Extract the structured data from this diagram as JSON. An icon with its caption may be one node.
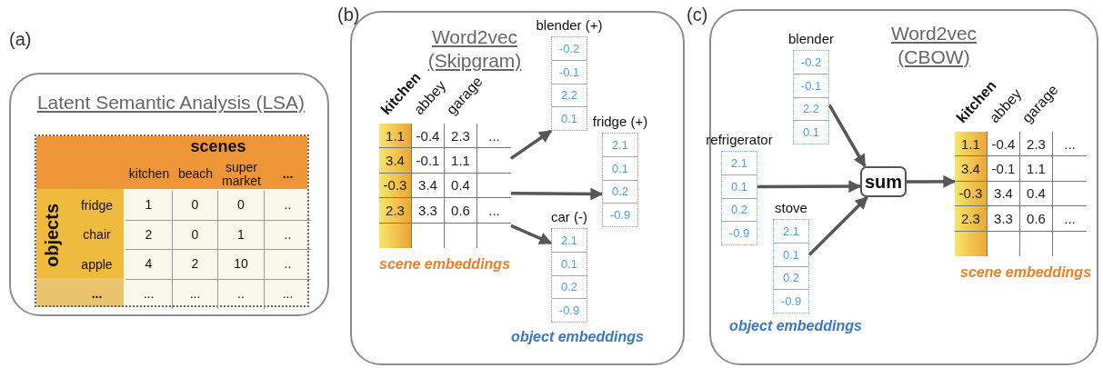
{
  "diagram": {
    "nodes": [
      {
        "text": [
          "Latent Semantic Analysis (LSA)"
        ],
        "beside": [
          "(a)"
        ]
      },
      {
        "text": [
          "scenes",
          "kitchen",
          "beach",
          "super market",
          "...",
          "objects",
          "fridge",
          "1",
          "0",
          "0",
          "..",
          "chair",
          "2",
          "0",
          "1",
          "..",
          "apple",
          "4",
          "2",
          "10",
          "..",
          "...",
          "...",
          "...",
          "..",
          "..."
        ],
        "in": 0
      },
      {
        "text": [
          "Word2vec (Skipgram)"
        ],
        "beside": [
          "(b)"
        ]
      },
      {
        "text": [
          "kitchen",
          "abbey",
          "garage",
          "1.1",
          "-0.4",
          "2.3",
          "...",
          "3.4",
          "-0.1",
          "1.1",
          "-0.3",
          "3.4",
          "0.4",
          "2.3",
          "3.3",
          "0.6",
          "..."
        ],
        "beside": [
          "scene embeddings"
        ],
        "in": 2
      },
      {
        "text": [
          "blender (+)",
          "-0.2",
          "-0.1",
          "2.2",
          "0.1"
        ],
        "in": 2
      },
      {
        "text": [
          "fridge (+)",
          "2.1",
          "0.1",
          "0.2",
          "-0.9"
        ],
        "in": 2
      },
      {
        "text": [
          "car (-)",
          "2.1",
          "0.1",
          "0.2",
          "-0.9"
        ],
        "in": 2
      },
      {
        "text": [
          "Word2vec (CBOW)"
        ],
        "beside": [
          "(c)"
        ]
      },
      {
        "text": [
          "blender",
          "-0.2",
          "-0.1",
          "2.2",
          "0.1"
        ],
        "in": 7
      },
      {
        "text": [
          "refrigerator",
          "2.1",
          "0.1",
          "0.2",
          "-0.9"
        ],
        "in": 7
      },
      {
        "text": [
          "sum"
        ],
        "in": 7
      },
      {
        "text": [
          "stove",
          "2.1",
          "0.1",
          "0.2",
          "-0.9"
        ],
        "in": 7
      },
      {
        "text": [
          "kitchen",
          "abbey",
          "garage",
          "1.1",
          "-0.4",
          "2.3",
          "...",
          "3.4",
          "-0.1",
          "1.1",
          "-0.3",
          "3.4",
          "0.4",
          "2.3",
          "3.3",
          "0.6",
          "..."
        ],
        "beside": [
          "scene embeddings"
        ],
        "in": 7
      }
    ],
    "edges": [
      {
        "from": 3,
        "to": 4,
        "arrow": "to"
      },
      {
        "from": 3,
        "to": 5,
        "arrow": "to"
      },
      {
        "from": 3,
        "to": 6,
        "arrow": "to"
      },
      {
        "from": 8,
        "to": 10,
        "arrow": "to"
      },
      {
        "from": 9,
        "to": 10,
        "arrow": "to"
      },
      {
        "from": 11,
        "to": 10,
        "arrow": "to"
      },
      {
        "from": 10,
        "to": 12,
        "arrow": "to"
      }
    ],
    "labels": [
      "object embeddings",
      "object embeddings"
    ]
  }
}
